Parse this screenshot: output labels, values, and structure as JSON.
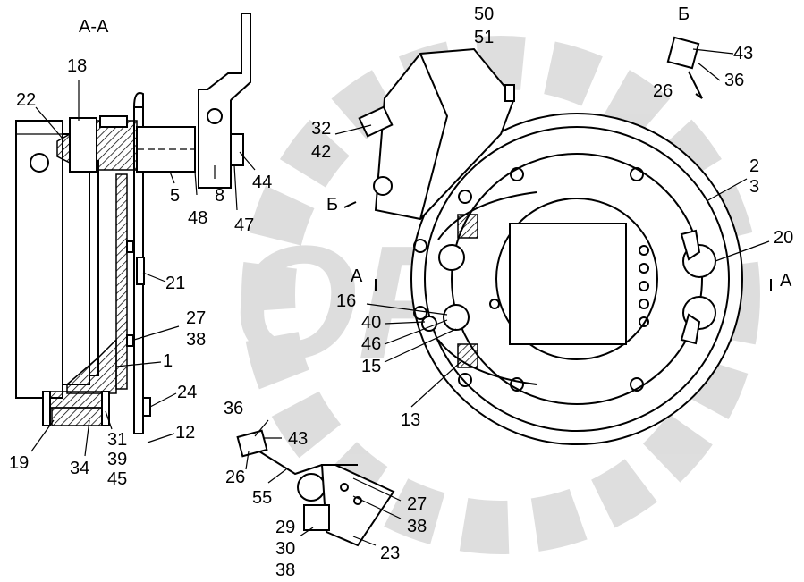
{
  "section_title": "А-А",
  "view_b_title": "Б",
  "labels": {
    "l18": "18",
    "l22": "22",
    "l5": "5",
    "l48": "48",
    "l8": "8",
    "l47": "47",
    "l44": "44",
    "l21": "21",
    "l27a": "27",
    "l38a": "38",
    "l1": "1",
    "l24": "24",
    "l12": "12",
    "l19": "19",
    "l34": "34",
    "l31": "31",
    "l39": "39",
    "l45": "45",
    "l50": "50",
    "l51": "51",
    "l32": "32",
    "l42": "42",
    "l43a": "43",
    "l36a": "36",
    "l26a": "26",
    "l2": "2",
    "l3": "3",
    "l20": "20",
    "lA": "А",
    "lB_arrow": "Б",
    "lA_sec": "А",
    "l16": "16",
    "l40": "40",
    "l46": "46",
    "l15": "15",
    "l13": "13",
    "l36b": "36",
    "l43b": "43",
    "l26b": "26",
    "l55": "55",
    "l27b": "27",
    "l38b": "38",
    "l29": "29",
    "l30": "30",
    "l38c": "38",
    "l23": "23"
  },
  "watermark_text": "ОРЕХ"
}
